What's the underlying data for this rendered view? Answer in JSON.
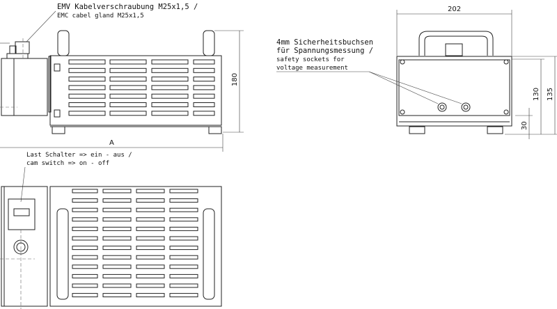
{
  "annotations": {
    "cable_gland_de": "EMV Kabelverschraubung M25x1,5 /",
    "cable_gland_en": "EMC cabel gland M25x1,5",
    "sockets_de_1": "4mm Sicherheitsbuchsen",
    "sockets_de_2": "für Spannungsmessung /",
    "sockets_en_1": "safety sockets for",
    "sockets_en_2": "voltage measurement",
    "switch_de": "Last Schalter => ein - aus /",
    "switch_en": "cam switch => on - off"
  },
  "dimensions": {
    "side_height": "180",
    "overall_length": "A",
    "front_width": "202",
    "front_height_130": "130",
    "front_height_135": "135",
    "foot_height": "30"
  }
}
